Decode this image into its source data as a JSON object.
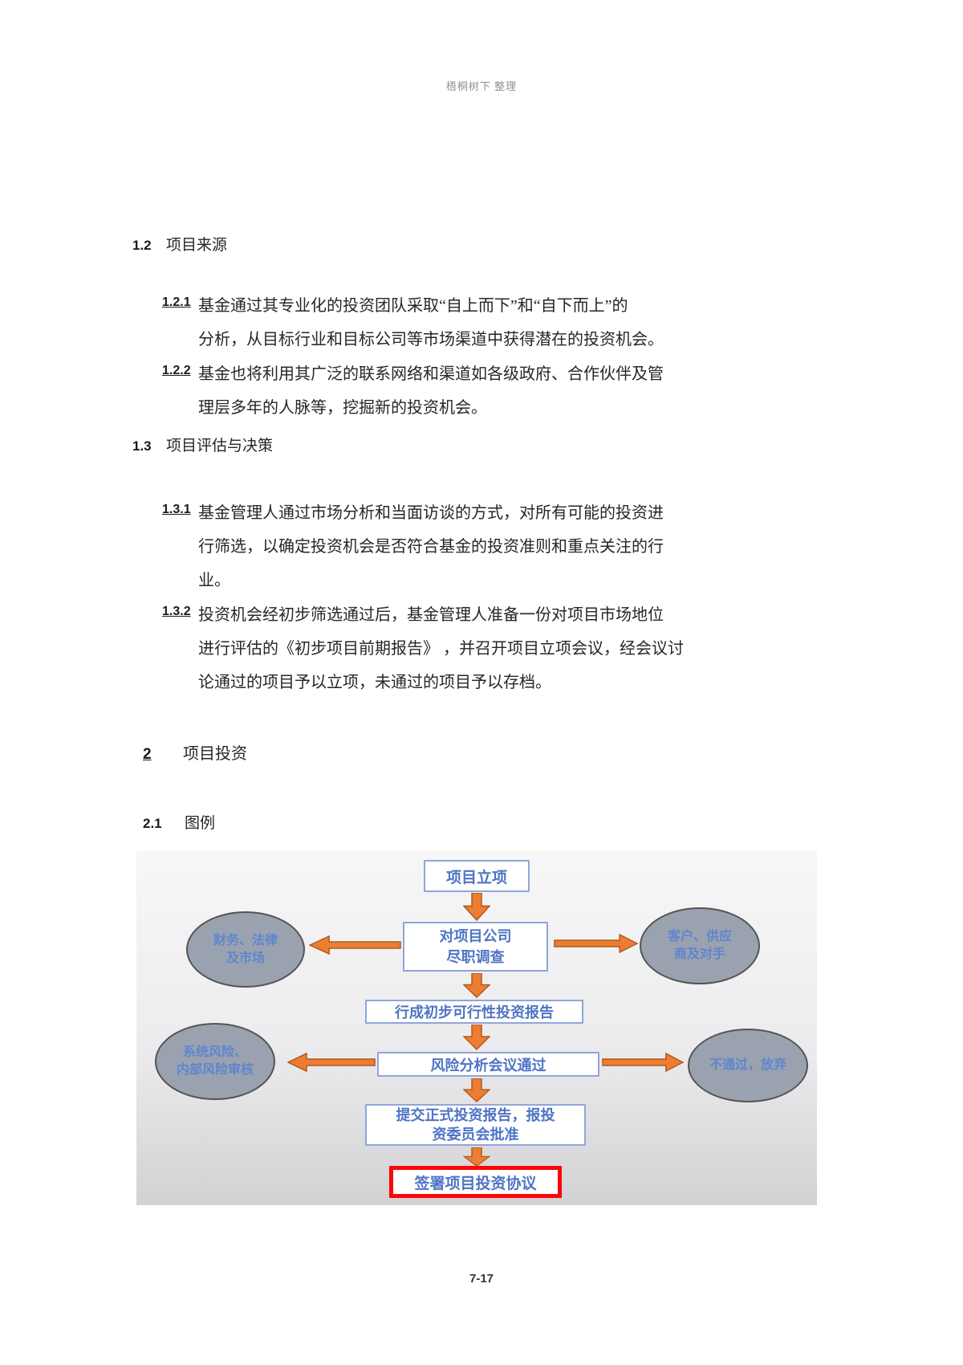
{
  "header": {
    "watermark": "梧桐树下 整理"
  },
  "sections": {
    "s12": {
      "num": "1.2",
      "title": "项目来源"
    },
    "s121": {
      "num": "1.2.1",
      "lines": [
        "基金通过其专业化的投资团队采取“自上而下”和“自下而上”的",
        "分析，从目标行业和目标公司等市场渠道中获得潜在的投资机会。"
      ]
    },
    "s122": {
      "num": "1.2.2",
      "lines": [
        "基金也将利用其广泛的联系网络和渠道如各级政府、合作伙伴及管",
        "理层多年的人脉等，挖掘新的投资机会。"
      ]
    },
    "s13": {
      "num": "1.3",
      "title": "项目评估与决策"
    },
    "s131": {
      "num": "1.3.1",
      "lines": [
        "基金管理人通过市场分析和当面访谈的方式，对所有可能的投资进",
        "行筛选，以确定投资机会是否符合基金的投资准则和重点关注的行",
        "业。"
      ]
    },
    "s132": {
      "num": "1.3.2",
      "lines": [
        "投资机会经初步筛选通过后，基金管理人准备一份对项目市场地位",
        "进行评估的《初步项目前期报告》 ，并召开项目立项会议，经会议讨",
        "论通过的项目予以立项，未通过的项目予以存档。"
      ]
    },
    "s2": {
      "num": "2",
      "title": "项目投资"
    },
    "s21": {
      "num": "2.1",
      "title": "图例"
    }
  },
  "flowchart": {
    "project_initiation": {
      "label": "项目立项"
    },
    "due_diligence": {
      "lines": [
        "对项目公司",
        "尽职调查"
      ]
    },
    "finance_legal_market": {
      "lines": [
        "财务、法律",
        "及市场"
      ]
    },
    "customers_suppliers": {
      "lines": [
        "客户、供应",
        "商及对手"
      ]
    },
    "feasibility_report": {
      "label": "行成初步可行性投资报告"
    },
    "risk_meeting": {
      "label": "风险分析会议通过"
    },
    "risk_review": {
      "lines": [
        "系统风险、",
        "内部风险审核"
      ]
    },
    "rejected": {
      "label": "不通过，放弃"
    },
    "formal_report": {
      "lines": [
        "提交正式投资报告，报投",
        "资委员会批准"
      ]
    },
    "sign_agreement": {
      "label": "签署项目投资协议"
    }
  },
  "colors": {
    "flow_text_blue": "#4f74c5",
    "box_border_blue": "#8fa5da",
    "ellipse_fill": "#9aa2af",
    "ellipse_border": "#545454",
    "arrow_fill": "#ed7d31",
    "arrow_stroke": "#ae5a21",
    "highlight_red": "#fb0607"
  },
  "footer": {
    "page_number": "7-17"
  }
}
